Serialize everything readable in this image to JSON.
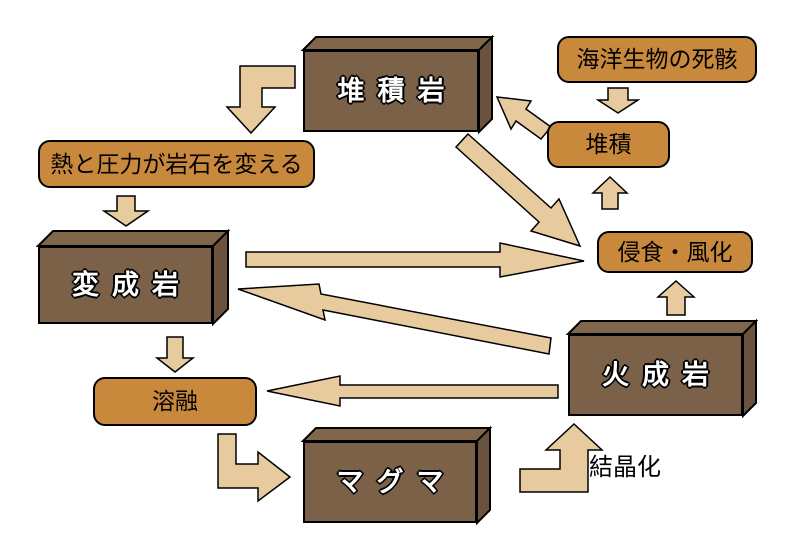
{
  "diagram": {
    "type": "rock-cycle-flow-diagram",
    "background": "#FFFFFF",
    "colors": {
      "box_front": "#7B6148",
      "box_top": "#80664B",
      "box_side": "#6A523E",
      "process_box_fill": "#C8893C",
      "arrow_fill": "#E7CA9E",
      "outline": "#000000",
      "rock_text": "#FFFFFF",
      "process_text": "#000000"
    },
    "rock_boxes": [
      {
        "id": "sedimentary-rock",
        "label": "堆積岩"
      },
      {
        "id": "metamorphic-rock",
        "label": "変成岩"
      },
      {
        "id": "igneous-rock",
        "label": "火成岩"
      },
      {
        "id": "magma",
        "label": "マグマ"
      }
    ],
    "process_labels": [
      {
        "id": "marine-remains",
        "label": "海洋生物の死骸"
      },
      {
        "id": "deposition",
        "label": "堆積"
      },
      {
        "id": "heat-pressure",
        "label": "熱と圧力が岩石を変える"
      },
      {
        "id": "erosion-weathering",
        "label": "侵食・風化"
      },
      {
        "id": "melting",
        "label": "溶融"
      }
    ],
    "annotations": [
      {
        "id": "crystallization",
        "label": "結晶化"
      }
    ],
    "arrows": [
      {
        "id": "arrow-sedimentary-to-heat-pressure",
        "from": "堆積岩",
        "to": "熱と圧力が岩石を変える"
      },
      {
        "id": "arrow-heat-pressure-to-metamorphic",
        "from": "熱と圧力が岩石を変える",
        "to": "変成岩"
      },
      {
        "id": "arrow-marine-remains-to-deposition",
        "from": "海洋生物の死骸",
        "to": "堆積"
      },
      {
        "id": "arrow-deposition-to-sedimentary",
        "from": "堆積",
        "to": "堆積岩"
      },
      {
        "id": "arrow-erosion-to-deposition",
        "from": "侵食・風化",
        "to": "堆積"
      },
      {
        "id": "arrow-sedimentary-to-erosion",
        "from": "堆積岩",
        "to": "侵食・風化"
      },
      {
        "id": "arrow-metamorphic-to-erosion",
        "from": "変成岩",
        "to": "侵食・風化"
      },
      {
        "id": "arrow-igneous-to-erosion",
        "from": "火成岩",
        "to": "侵食・風化"
      },
      {
        "id": "arrow-igneous-to-metamorphic",
        "from": "火成岩",
        "to": "変成岩"
      },
      {
        "id": "arrow-metamorphic-to-melting",
        "from": "変成岩",
        "to": "溶融"
      },
      {
        "id": "arrow-igneous-to-melting",
        "from": "火成岩",
        "to": "溶融"
      },
      {
        "id": "arrow-melting-to-magma",
        "from": "溶融",
        "to": "マグマ"
      },
      {
        "id": "arrow-magma-to-igneous",
        "from": "マグマ",
        "to": "火成岩"
      }
    ]
  }
}
